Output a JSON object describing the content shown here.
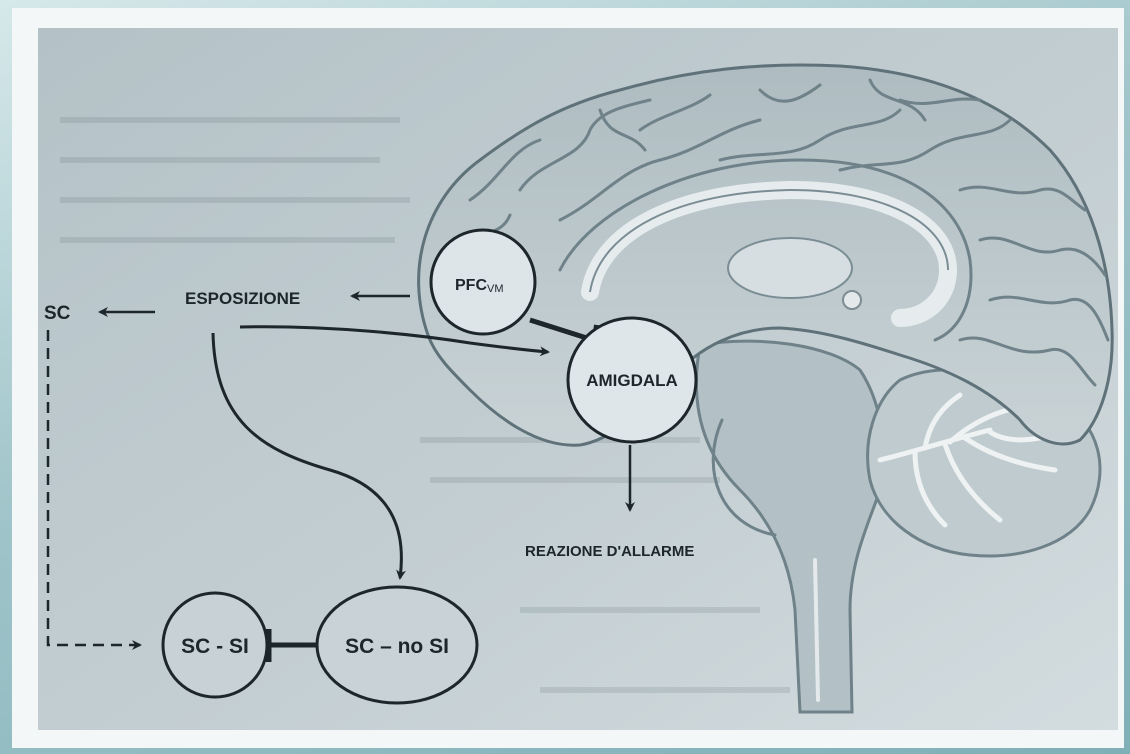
{
  "figure": {
    "labels": {
      "sc": "SC",
      "esposizione": "ESPOSIZIONE",
      "pfc": "PFC",
      "pfc_subscript": "VM",
      "amigdala": "AMIGDALA",
      "reazione": "REAZIONE D'ALLARME",
      "sc_si": "SC - SI",
      "sc_no_si": "SC – no SI"
    }
  },
  "colors": {
    "ink": "#1c262b",
    "paper": "#c3ced2",
    "frame": "#f4f7f7"
  }
}
